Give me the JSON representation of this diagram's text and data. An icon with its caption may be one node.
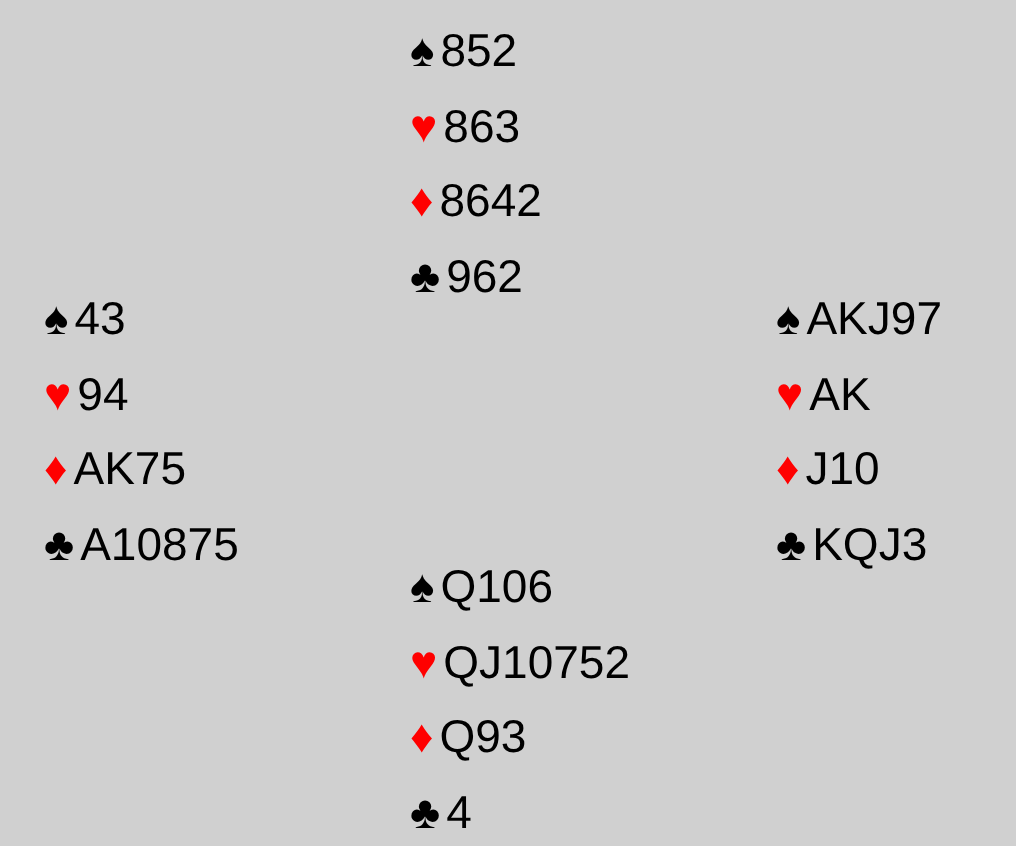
{
  "diagram": {
    "labels": [
      "♠852",
      "♥863",
      "♦8642",
      "♣962",
      "♠43",
      "♠AKJ97",
      "♥94",
      "♥AK",
      "♦AK75",
      "♦J10",
      "♣A10875",
      "♣KQJ3",
      "♠Q106",
      "♥QJ10752",
      "♦Q93",
      "♣4"
    ]
  }
}
